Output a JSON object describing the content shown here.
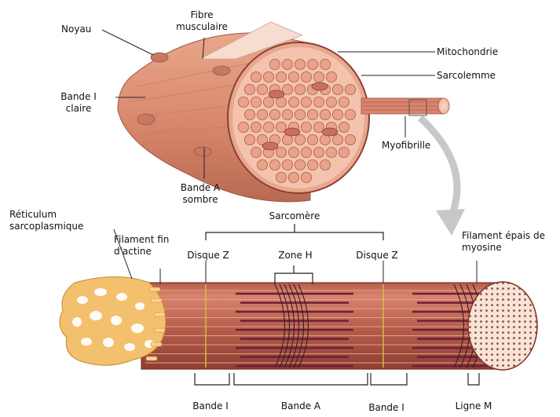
{
  "labels": {
    "noyau": "Noyau",
    "fibre_line1": "Fibre",
    "fibre_line2": "musculaire",
    "mitochondrie": "Mitochondrie",
    "sarcolemme": "Sarcolemme",
    "bande_i_claire_line1": "Bande I",
    "bande_i_claire_line2": "claire",
    "myofibrille": "Myofibrille",
    "bande_a_sombre_line1": "Bande A",
    "bande_a_sombre_line2": "sombre",
    "reticulum_line1": "Réticulum",
    "reticulum_line2": "sarcoplasmique",
    "sarcomere": "Sarcomère",
    "filament_fin_line1": "Filament fin",
    "filament_fin_line2": "d'actine",
    "disque_z_left": "Disque Z",
    "zone_h": "Zone H",
    "disque_z_right": "Disque Z",
    "filament_epais_line1": "Filament épais de",
    "filament_epais_line2": "myosine",
    "bande_i_left": "Bande I",
    "bande_a": "Bande A",
    "bande_i_right": "Bande I",
    "ligne_m": "Ligne M"
  },
  "colors": {
    "fiber": "#d98a6e",
    "fiber_dark": "#b86a52",
    "myofibril_cap": "#f2b59b",
    "reticulum": "#f0c070",
    "thin_filament": "#c9703f",
    "thick_filament": "#6b1f3a",
    "z_line": "#d8c23a",
    "arrow": "#c8c8c8"
  }
}
